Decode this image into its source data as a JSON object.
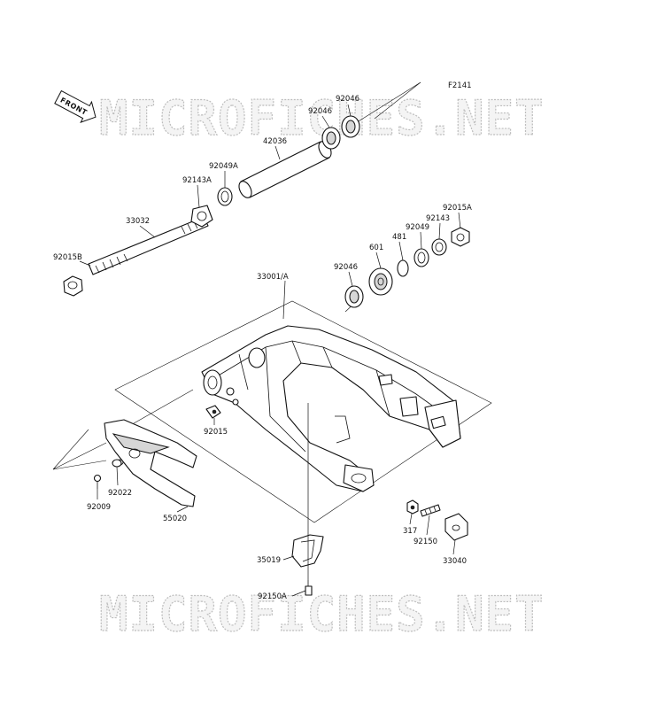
{
  "diagram": {
    "figure_code": "F2141",
    "front_indicator": "FRONT",
    "watermark": "MICROFICHES.NET",
    "parts": [
      {
        "key": "p92046_top",
        "number": "92046"
      },
      {
        "key": "p92046_top2",
        "number": "92046"
      },
      {
        "key": "p42036",
        "number": "42036"
      },
      {
        "key": "p92049A",
        "number": "92049A"
      },
      {
        "key": "p92143A",
        "number": "92143A"
      },
      {
        "key": "p33032",
        "number": "33032"
      },
      {
        "key": "p92015B",
        "number": "92015B"
      },
      {
        "key": "p92015A",
        "number": "92015A"
      },
      {
        "key": "p92143",
        "number": "92143"
      },
      {
        "key": "p92049",
        "number": "92049"
      },
      {
        "key": "p481",
        "number": "481"
      },
      {
        "key": "p601",
        "number": "601"
      },
      {
        "key": "p92046_mid",
        "number": "92046"
      },
      {
        "key": "p33001A",
        "number": "33001/A"
      },
      {
        "key": "p92015",
        "number": "92015"
      },
      {
        "key": "p92022",
        "number": "92022"
      },
      {
        "key": "p92009",
        "number": "92009"
      },
      {
        "key": "p55020",
        "number": "55020"
      },
      {
        "key": "p35019",
        "number": "35019"
      },
      {
        "key": "p92150A",
        "number": "92150A"
      },
      {
        "key": "p317",
        "number": "317"
      },
      {
        "key": "p92150",
        "number": "92150"
      },
      {
        "key": "p33040",
        "number": "33040"
      }
    ]
  }
}
